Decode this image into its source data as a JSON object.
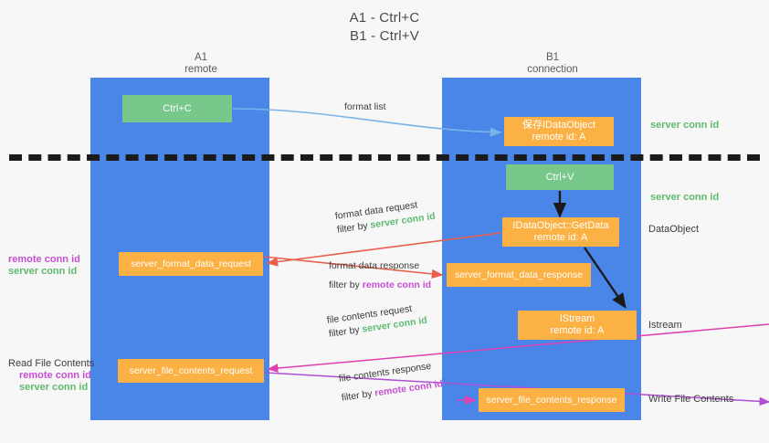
{
  "title": {
    "line1": "A1 - Ctrl+C",
    "line2": "B1 - Ctrl+V"
  },
  "columns": {
    "a1": {
      "name": "A1",
      "role": "remote"
    },
    "b1": {
      "name": "B1",
      "role": "connection"
    }
  },
  "boxes": {
    "ctrl_c": {
      "line1": "Ctrl+C",
      "line2": ""
    },
    "idata_object": {
      "line1": "保存IDataObject",
      "line2": "remote id: A"
    },
    "ctrl_v": {
      "line1": "Ctrl+V",
      "line2": ""
    },
    "idataobject_getdata": {
      "line1": "IDataObject::GetData",
      "line2": "remote id: A"
    },
    "server_format_data_request": {
      "line1": "server_format_data_request",
      "line2": ""
    },
    "server_format_data_response": {
      "line1": "server_format_data_response",
      "line2": ""
    },
    "istream": {
      "line1": "IStream",
      "line2": "remote id: A"
    },
    "server_file_contents_request": {
      "line1": "server_file_contents_request",
      "line2": ""
    },
    "server_file_contents_response": {
      "line1": "server_file_contents_response",
      "line2": ""
    }
  },
  "arrow_labels": {
    "format_list": "format list",
    "format_data_request": {
      "title": "format data request",
      "filter_prefix": "filter by ",
      "filter_key": "server conn id"
    },
    "format_data_response": {
      "title": "format data response",
      "filter_prefix": "filter by ",
      "filter_key": "remote conn id"
    },
    "file_contents_request": {
      "title": "file contents request",
      "filter_prefix": "filter by ",
      "filter_key": "server conn id"
    },
    "file_contents_response": {
      "title": "file contents response",
      "filter_prefix": "filter by ",
      "filter_key": "remote conn id"
    }
  },
  "side_notes": {
    "right_server_conn_id_top": "server conn id",
    "right_server_conn_id_mid": "server conn id",
    "right_dataobject": "DataObject",
    "right_istream": "Istream",
    "right_write_file_contents": "Write File Contents",
    "left_read_file_contents": "Read File Contents",
    "left_remote_conn_id": "remote conn id",
    "left_server_conn_id": "server conn id"
  },
  "colors": {
    "lane_blue": "#4a86e8",
    "box_green": "#77c88a",
    "box_orange": "#fbb144",
    "accent_green_text": "#5fba6e",
    "accent_purple_text": "#c84fd4",
    "arrow_blue": "#79b4e8",
    "arrow_red": "#e8604c",
    "arrow_purple": "#b04fd4",
    "arrow_magenta": "#e040b0",
    "arrow_black": "#1b1b1b",
    "background": "#f7f7f7"
  }
}
